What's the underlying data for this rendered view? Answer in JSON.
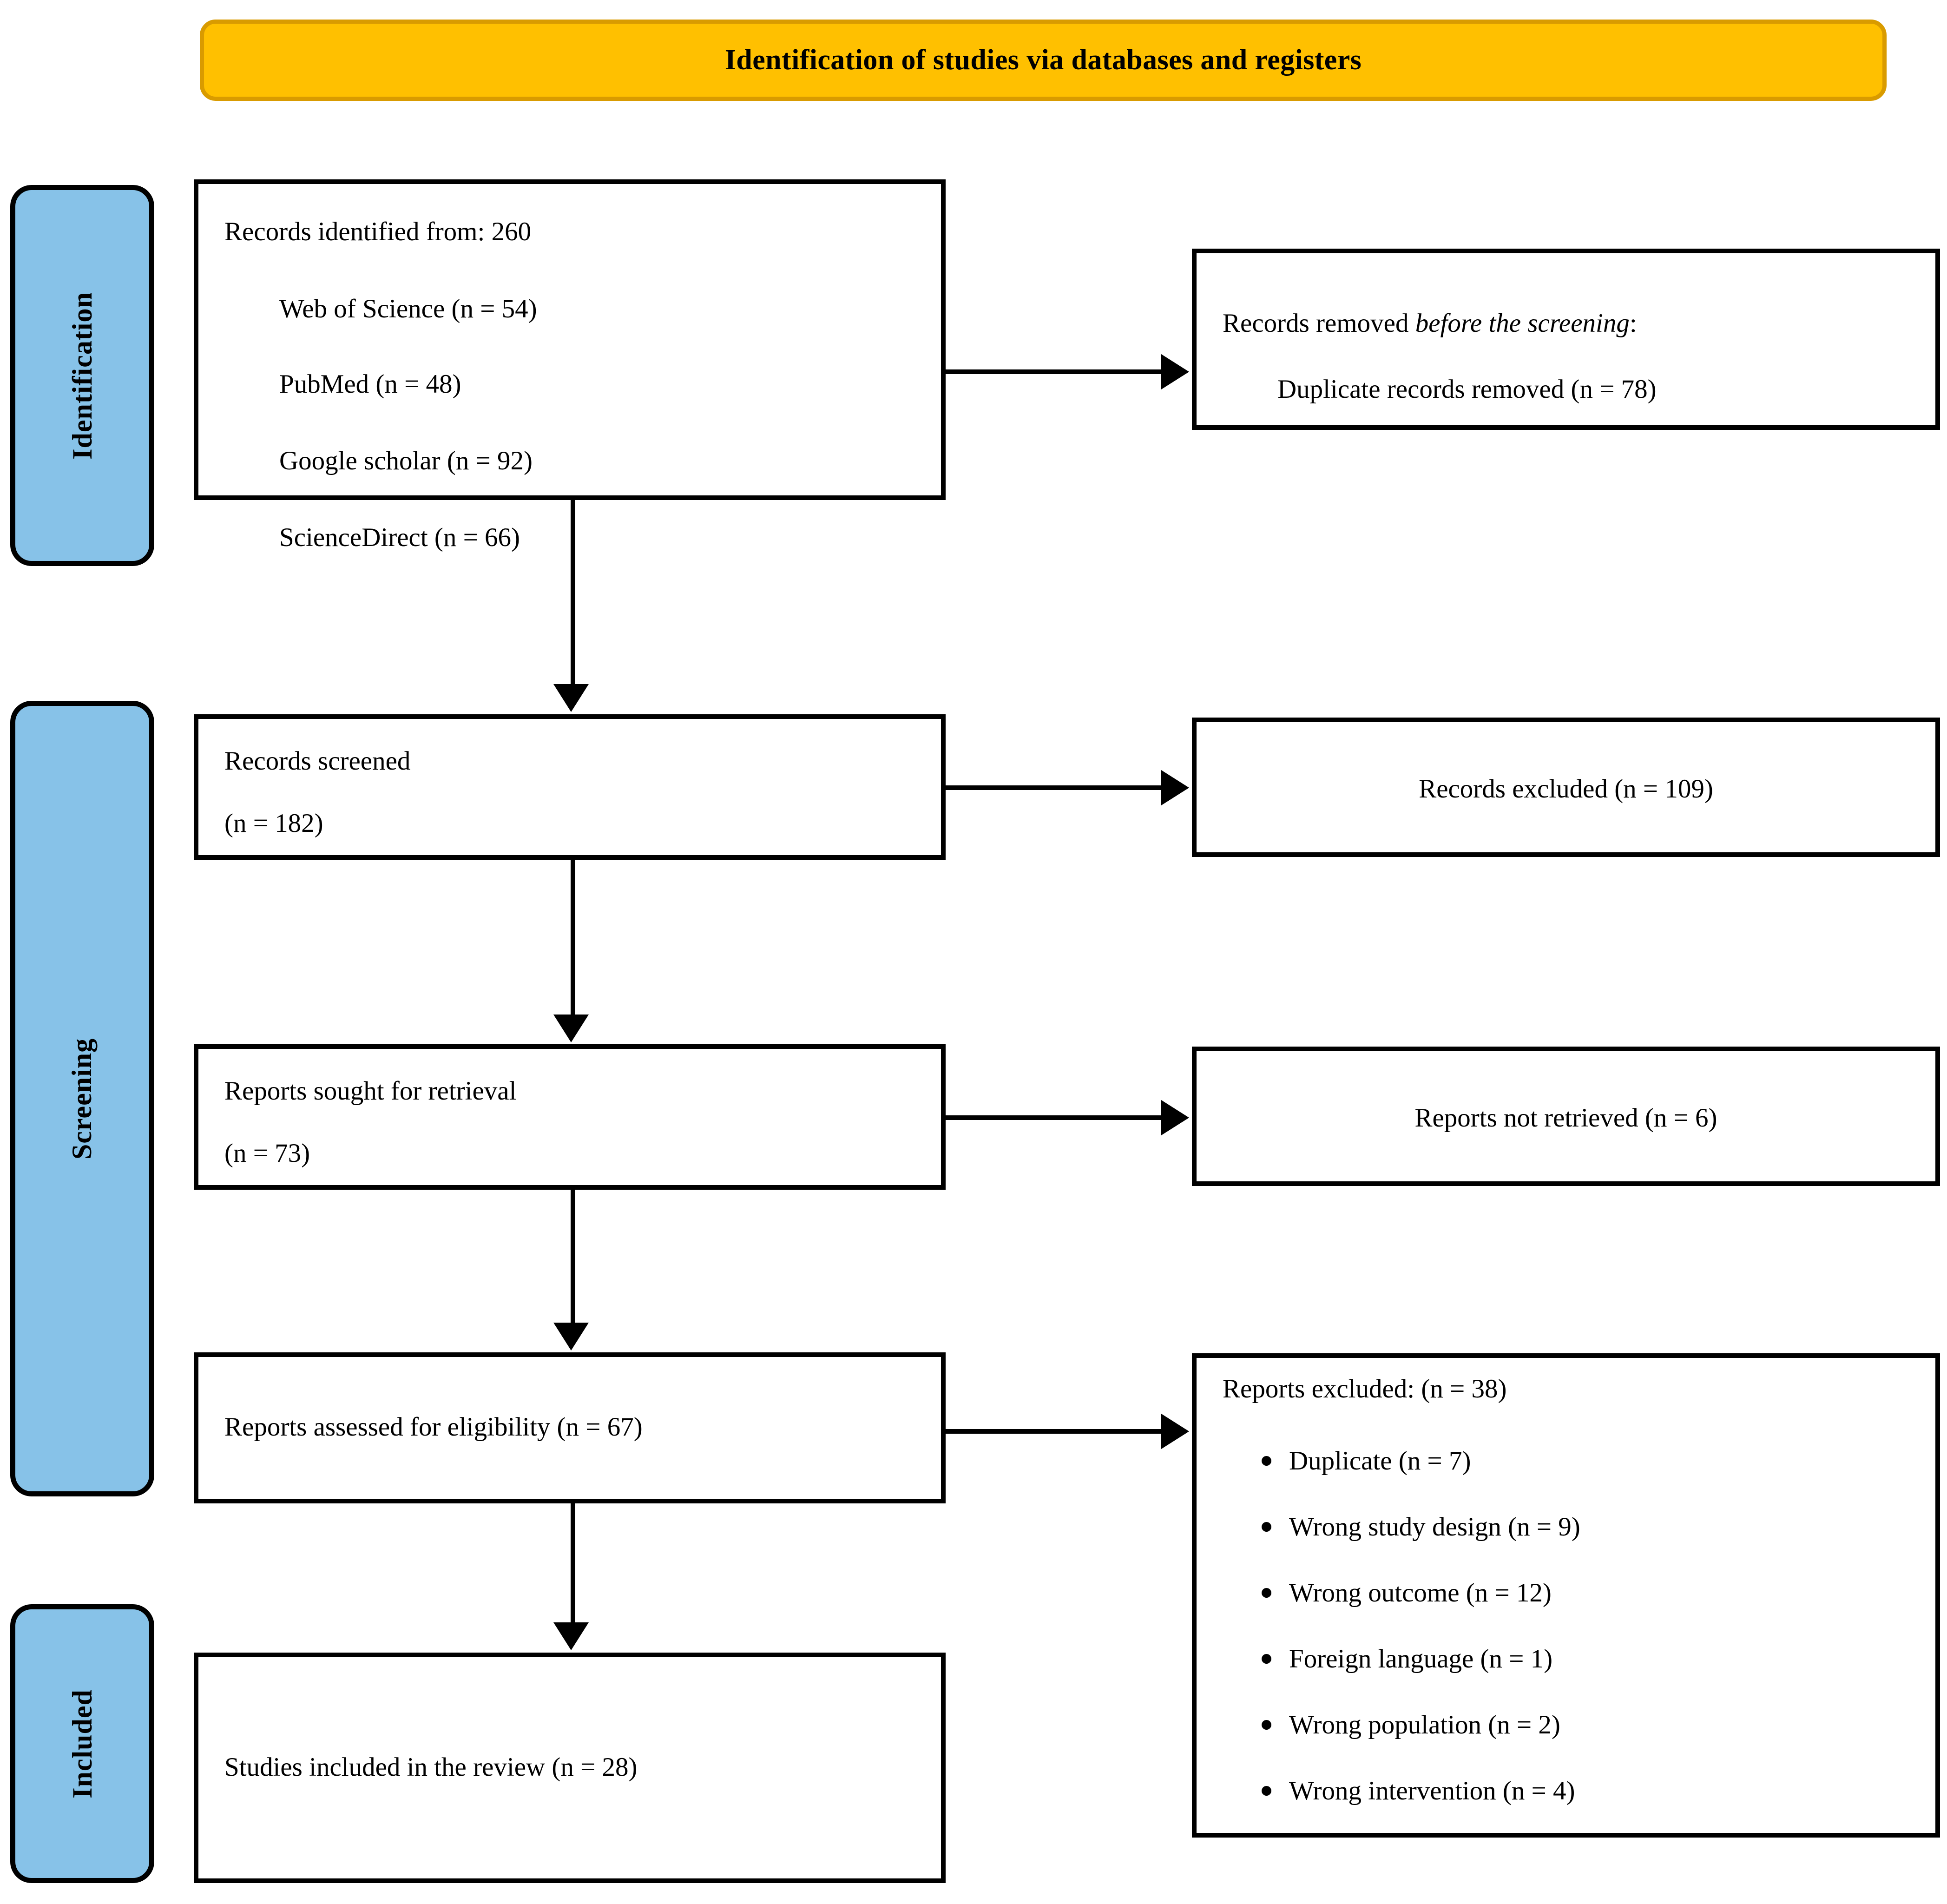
{
  "header": {
    "title": "Identification of studies via databases and registers",
    "background_color": "#FFC000",
    "border_color": "#D99B00"
  },
  "stages": {
    "accent_color": "#87C2E8",
    "identification": "Identification",
    "screening": "Screening",
    "included": "Included"
  },
  "boxes": {
    "identified": {
      "heading": "Records identified from: 260",
      "sources": [
        "Web of Science (n = 54)",
        "PubMed (n = 48)",
        "Google scholar (n = 92)",
        "ScienceDirect (n = 66)"
      ]
    },
    "removed": {
      "lead": "Records removed ",
      "emphasis": "before the screening",
      "trail": ":",
      "detail": "Duplicate records removed (n = 78)"
    },
    "screened": {
      "label": "Records screened",
      "count": "(n = 182)"
    },
    "excluded": {
      "label": "Records excluded (n = 109)"
    },
    "sought": {
      "label": "Reports sought for retrieval",
      "count": "(n = 73)"
    },
    "not_retrieved": {
      "label": "Reports not retrieved (n = 6)"
    },
    "assessed": {
      "label": "Reports assessed for eligibility (n = 67)"
    },
    "reports_excluded": {
      "heading": "Reports excluded: (n = 38)",
      "reasons": [
        "Duplicate (n = 7)",
        "Wrong study design (n = 9)",
        "Wrong outcome (n = 12)",
        "Foreign language (n = 1)",
        "Wrong population (n = 2)",
        "Wrong intervention (n = 4)"
      ]
    },
    "included": {
      "label": "Studies included in the review (n = 28)"
    }
  },
  "chart_data": {
    "type": "diagram",
    "title": "Identification of studies via databases and registers",
    "nodes": [
      {
        "id": "identified",
        "stage": "Identification",
        "label": "Records identified from: 260",
        "n": 260
      },
      {
        "id": "web_of_science",
        "stage": "Identification",
        "label": "Web of Science",
        "n": 54
      },
      {
        "id": "pubmed",
        "stage": "Identification",
        "label": "PubMed",
        "n": 48
      },
      {
        "id": "google_scholar",
        "stage": "Identification",
        "label": "Google scholar",
        "n": 92
      },
      {
        "id": "sciencedirect",
        "stage": "Identification",
        "label": "ScienceDirect",
        "n": 66
      },
      {
        "id": "duplicates",
        "stage": "Identification",
        "label": "Duplicate records removed",
        "n": 78
      },
      {
        "id": "screened",
        "stage": "Screening",
        "label": "Records screened",
        "n": 182
      },
      {
        "id": "records_excluded",
        "stage": "Screening",
        "label": "Records excluded",
        "n": 109
      },
      {
        "id": "sought",
        "stage": "Screening",
        "label": "Reports sought for retrieval",
        "n": 73
      },
      {
        "id": "not_retrieved",
        "stage": "Screening",
        "label": "Reports not retrieved",
        "n": 6
      },
      {
        "id": "assessed",
        "stage": "Screening",
        "label": "Reports assessed for eligibility",
        "n": 67
      },
      {
        "id": "reports_excluded",
        "stage": "Screening",
        "label": "Reports excluded",
        "n": 38
      },
      {
        "id": "included",
        "stage": "Included",
        "label": "Studies included in the review",
        "n": 28
      }
    ],
    "exclusion_reasons": [
      {
        "reason": "Duplicate",
        "n": 7
      },
      {
        "reason": "Wrong study design",
        "n": 9
      },
      {
        "reason": "Wrong outcome",
        "n": 12
      },
      {
        "reason": "Foreign language",
        "n": 1
      },
      {
        "reason": "Wrong population",
        "n": 2
      },
      {
        "reason": "Wrong intervention",
        "n": 4
      }
    ],
    "edges": [
      {
        "from": "identified",
        "to": "duplicates",
        "direction": "right"
      },
      {
        "from": "identified",
        "to": "screened",
        "direction": "down"
      },
      {
        "from": "screened",
        "to": "records_excluded",
        "direction": "right"
      },
      {
        "from": "screened",
        "to": "sought",
        "direction": "down"
      },
      {
        "from": "sought",
        "to": "not_retrieved",
        "direction": "right"
      },
      {
        "from": "sought",
        "to": "assessed",
        "direction": "down"
      },
      {
        "from": "assessed",
        "to": "reports_excluded",
        "direction": "right"
      },
      {
        "from": "assessed",
        "to": "included",
        "direction": "down"
      }
    ]
  }
}
